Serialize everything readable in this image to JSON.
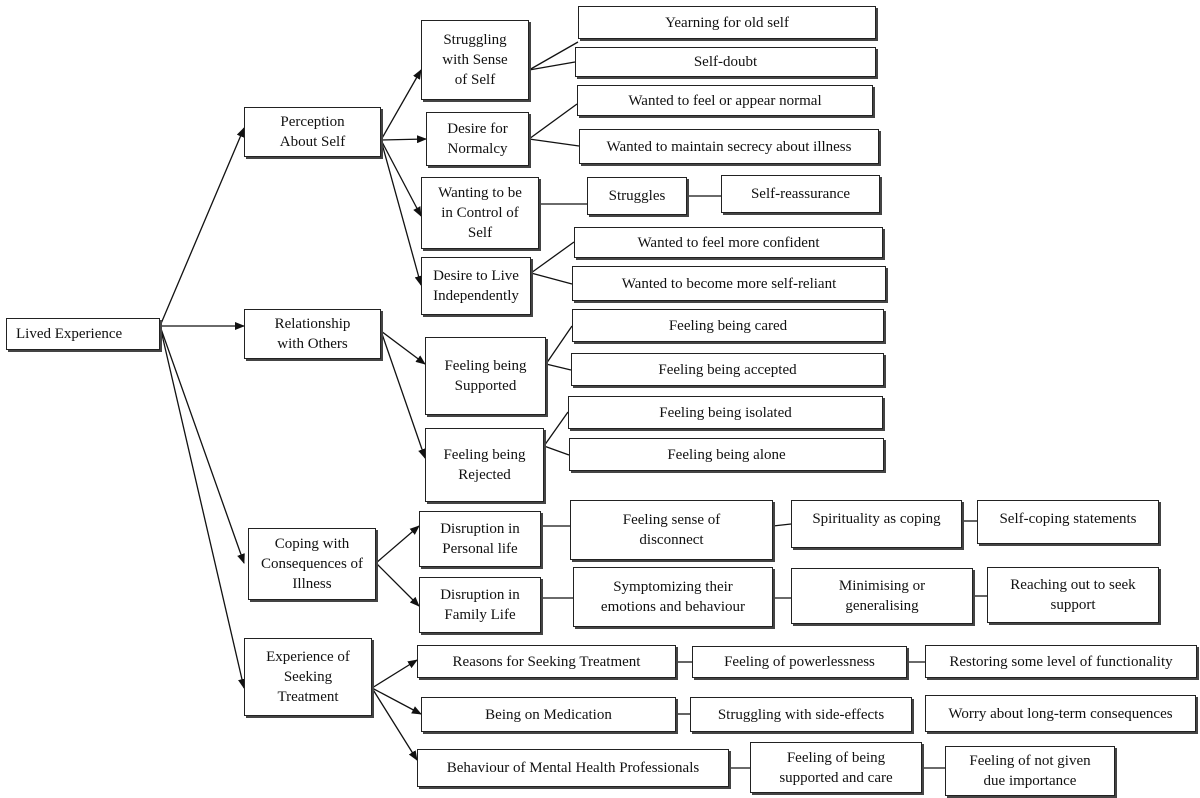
{
  "diagram": {
    "root": "Lived Experience",
    "themes": {
      "perception": "Perception About Self",
      "relationship": "Relationship with Others",
      "coping": "Coping with Consequences of Illness",
      "seeking": "Experience of Seeking Treatment"
    },
    "subthemes": {
      "struggling_self": "Struggling with Sense of Self",
      "normalcy": "Desire for Normalcy",
      "control": "Wanting to be in Control of Self",
      "independence": "Desire to Live Independently",
      "supported": "Feeling being Supported",
      "rejected": "Feeling being Rejected",
      "disruption_personal": "Disruption in Personal life",
      "disruption_family": "Disruption in Family Life",
      "reasons_treatment": "Reasons for Seeking Treatment",
      "medication": "Being on Medication",
      "professionals": "Behaviour of Mental Health Professionals"
    },
    "codes": {
      "yearning": "Yearning for old self",
      "self_doubt": "Self-doubt",
      "feel_normal": "Wanted to feel or appear normal",
      "secrecy": "Wanted to maintain secrecy about illness",
      "struggles": "Struggles",
      "self_reassurance": "Self-reassurance",
      "confident": "Wanted to feel more confident",
      "self_reliant": "Wanted to become more self-reliant",
      "cared": "Feeling being cared",
      "accepted": "Feeling being accepted",
      "isolated": "Feeling being isolated",
      "alone": "Feeling being alone",
      "disconnect": "Feeling sense of disconnect",
      "spirituality": "Spirituality as coping",
      "self_coping": "Self-coping statements",
      "symptomizing": "Symptomizing their emotions and behaviour",
      "minimising": "Minimising or generalising",
      "reaching_out": "Reaching out to seek support",
      "powerlessness": "Feeling of powerlessness",
      "functionality": "Restoring some level of functionality",
      "side_effects": "Struggling with side-effects",
      "long_term": "Worry about long-term consequences",
      "supported_care": "Feeling of being supported and care",
      "not_given": "Feeling of not given due importance"
    }
  }
}
